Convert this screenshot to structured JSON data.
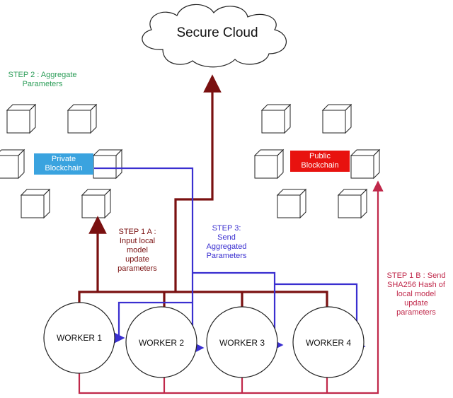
{
  "cloud": {
    "label": "Secure Cloud"
  },
  "private_chain": {
    "label": "Private\nBlockchain",
    "color": "#3aa3df"
  },
  "public_chain": {
    "label": "Public\nBlockchain",
    "color": "#e8120f"
  },
  "workers": [
    "WORKER 1",
    "WORKER 2",
    "WORKER 3",
    "WORKER 4"
  ],
  "steps": {
    "step2": "STEP 2 : Aggregate\nParameters",
    "step1a": "STEP 1 A :\nInput local\nmodel\nupdate\nparameters",
    "step3": "STEP 3:\nSend\nAggregated\nParameters",
    "step1b": "STEP 1 B : Send\nSHA256 Hash of\nlocal model\nupdate\nparameters"
  },
  "colors": {
    "step2": "#2e9e5a",
    "step1a": "#7a1010",
    "step3": "#3a2fd0",
    "step1b": "#c0284a"
  }
}
